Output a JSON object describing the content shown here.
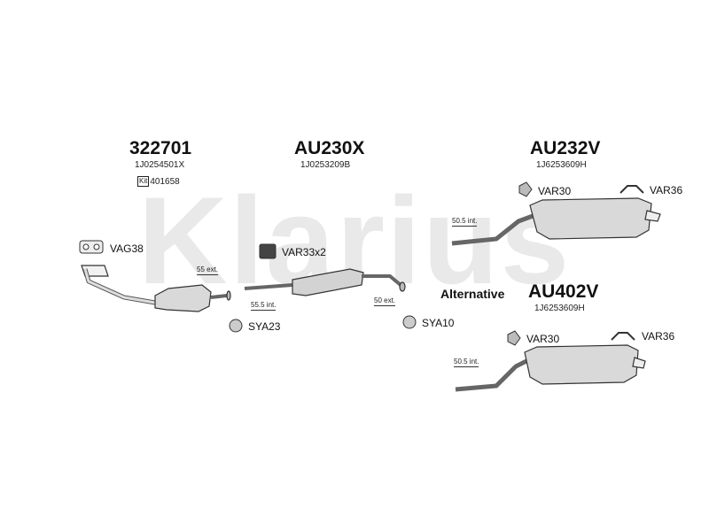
{
  "watermark": "Klarius",
  "groups": [
    {
      "part": "322701",
      "oem": "1J0254501X",
      "kit_tag": "Kit",
      "kit_no": "401658"
    },
    {
      "part": "AU230X",
      "oem": "1J0253209B"
    },
    {
      "part": "AU232V",
      "oem": "1J6253609H"
    },
    {
      "part": "AU402V",
      "oem": "1J6253609H"
    }
  ],
  "alternative_label": "Alternative",
  "fittings": {
    "vag38": "VAG38",
    "var33": "VAR33x2",
    "sya23": "SYA23",
    "sya10": "SYA10",
    "var30_top": "VAR30",
    "var36_top": "VAR36",
    "var30_bottom": "VAR30",
    "var36_bottom": "VAR36"
  },
  "extensions": {
    "e55": "55 ext.",
    "e55_5": "55.5 int.",
    "e50": "50 ext.",
    "e50_5_top": "50.5 int.",
    "e50_5_bottom": "50.5 int."
  }
}
